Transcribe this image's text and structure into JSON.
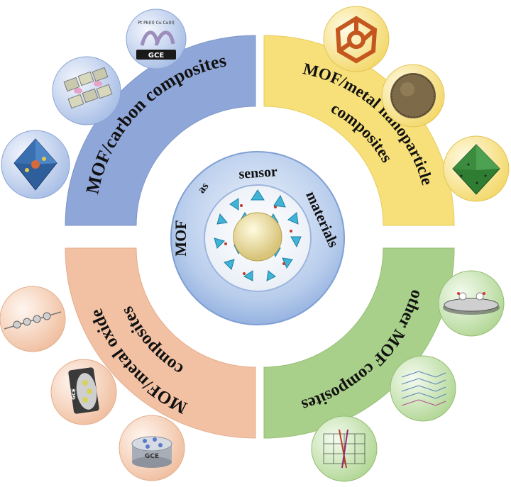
{
  "center": {
    "words": [
      "MOF",
      "as",
      "sensor",
      "materials"
    ]
  },
  "quadrants": {
    "carbon": {
      "label": "MOF/carbon composites",
      "color": "#8fa6d8"
    },
    "metal_np": {
      "line1": "MOF/metal nanoparticle",
      "line2": "composites",
      "color": "#f7df79"
    },
    "metal_oxide": {
      "line1": "MOF/metal oxide",
      "line2": "composites",
      "color": "#f2c1a3"
    },
    "other": {
      "label": "other MOF composites",
      "color": "#a9d08a"
    }
  },
  "electrode_labels": {
    "top": "GCE",
    "bottom": "GCE",
    "left": "GCE",
    "top_small": "Pt  Pb(II)  Cu  Cu(II)"
  },
  "icons": [
    "carbon-electrode-icon",
    "graphene-mof-icon",
    "octahedral-mof-icon",
    "cage-framework-icon",
    "nanoparticle-sphere-icon",
    "green-octahedron-icon",
    "chain-oxide-icon",
    "oxide-electrode-icon",
    "gce-electrode-icon",
    "ring-electrode-icon",
    "layered-sheet-icon",
    "mesh-framework-icon"
  ]
}
